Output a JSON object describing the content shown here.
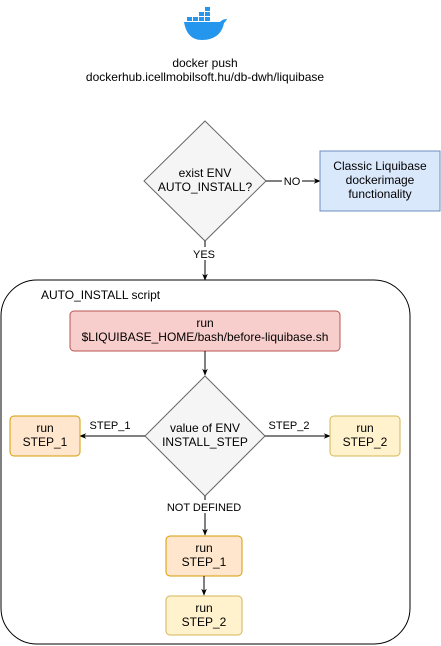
{
  "header": {
    "logo_icon": "docker-whale-icon",
    "push_line1": "docker push",
    "push_line2": "dockerhub.icellmobilsoft.hu/db-dwh/liquibase"
  },
  "decision_auto_install": {
    "line1": "exist ENV",
    "line2": "AUTO_INSTALL?"
  },
  "edge_no": {
    "label": "NO"
  },
  "edge_yes": {
    "label": "YES"
  },
  "classic_box": {
    "line1": "Classic Liquibase",
    "line2": "dockerimage",
    "line3": "functionality"
  },
  "container": {
    "title": "AUTO_INSTALL script"
  },
  "before_box": {
    "line1": "run",
    "line2": "$LIQUIBASE_HOME/bash/before-liquibase.sh"
  },
  "decision_step": {
    "line1": "value of ENV",
    "line2": "INSTALL_STEP"
  },
  "edge_step1": {
    "label": "STEP_1"
  },
  "edge_step2": {
    "label": "STEP_2"
  },
  "edge_not_defined": {
    "label": "NOT DEFINED"
  },
  "step1_left": {
    "line1": "run",
    "line2": "STEP_1"
  },
  "step2_right": {
    "line1": "run",
    "line2": "STEP_2"
  },
  "step1_bottom": {
    "line1": "run",
    "line2": "STEP_1"
  },
  "step2_bottom": {
    "line1": "run",
    "line2": "STEP_2"
  },
  "colors": {
    "docker_blue": "#2496ED",
    "decision_fill": "#F5F5F5",
    "decision_stroke": "#666666",
    "classic_fill": "#DAE8FC",
    "classic_stroke": "#6C8EBF",
    "before_fill": "#F8CECC",
    "before_stroke": "#B85450",
    "step1_fill": "#FFE6CC",
    "step1_stroke": "#D79B00",
    "step2_fill": "#FFF2CC",
    "step2_stroke": "#D6B656"
  }
}
